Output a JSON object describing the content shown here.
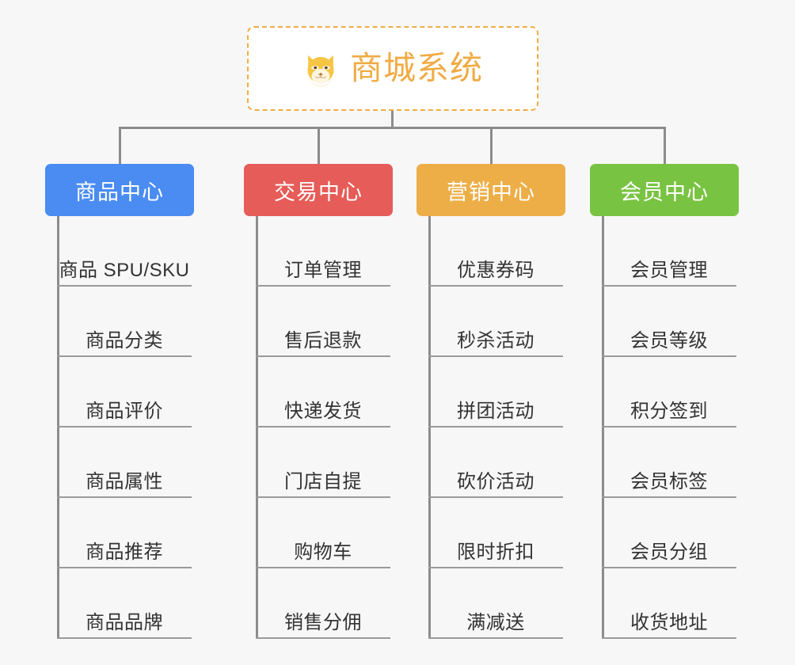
{
  "root": {
    "title": "商城系统",
    "icon": "shiba-dog-face-icon",
    "border_color": "#f0ab43",
    "text_color": "#f0ab43",
    "background": "#ffffff"
  },
  "canvas": {
    "background": "#f7f7f7",
    "connector_color": "#8c8c8c",
    "leaf_text_color": "#333333",
    "leaf_divider_color": "#9a9a9a"
  },
  "columns": [
    {
      "title": "商品中心",
      "color": "#4a8cf2",
      "items": [
        {
          "label": "商品 SPU/SKU"
        },
        {
          "label": "商品分类"
        },
        {
          "label": "商品评价"
        },
        {
          "label": "商品属性"
        },
        {
          "label": "商品推荐"
        },
        {
          "label": "商品品牌"
        }
      ]
    },
    {
      "title": "交易中心",
      "color": "#e65c58",
      "items": [
        {
          "label": "订单管理"
        },
        {
          "label": "售后退款"
        },
        {
          "label": "快递发货"
        },
        {
          "label": "门店自提"
        },
        {
          "label": "购物车"
        },
        {
          "label": "销售分佣"
        }
      ]
    },
    {
      "title": "营销中心",
      "color": "#edae47",
      "items": [
        {
          "label": "优惠券码"
        },
        {
          "label": "秒杀活动"
        },
        {
          "label": "拼团活动"
        },
        {
          "label": "砍价活动"
        },
        {
          "label": "限时折扣"
        },
        {
          "label": "满减送"
        }
      ]
    },
    {
      "title": "会员中心",
      "color": "#79c342",
      "items": [
        {
          "label": "会员管理"
        },
        {
          "label": "会员等级"
        },
        {
          "label": "积分签到"
        },
        {
          "label": "会员标签"
        },
        {
          "label": "会员分组"
        },
        {
          "label": "收货地址"
        }
      ]
    }
  ]
}
